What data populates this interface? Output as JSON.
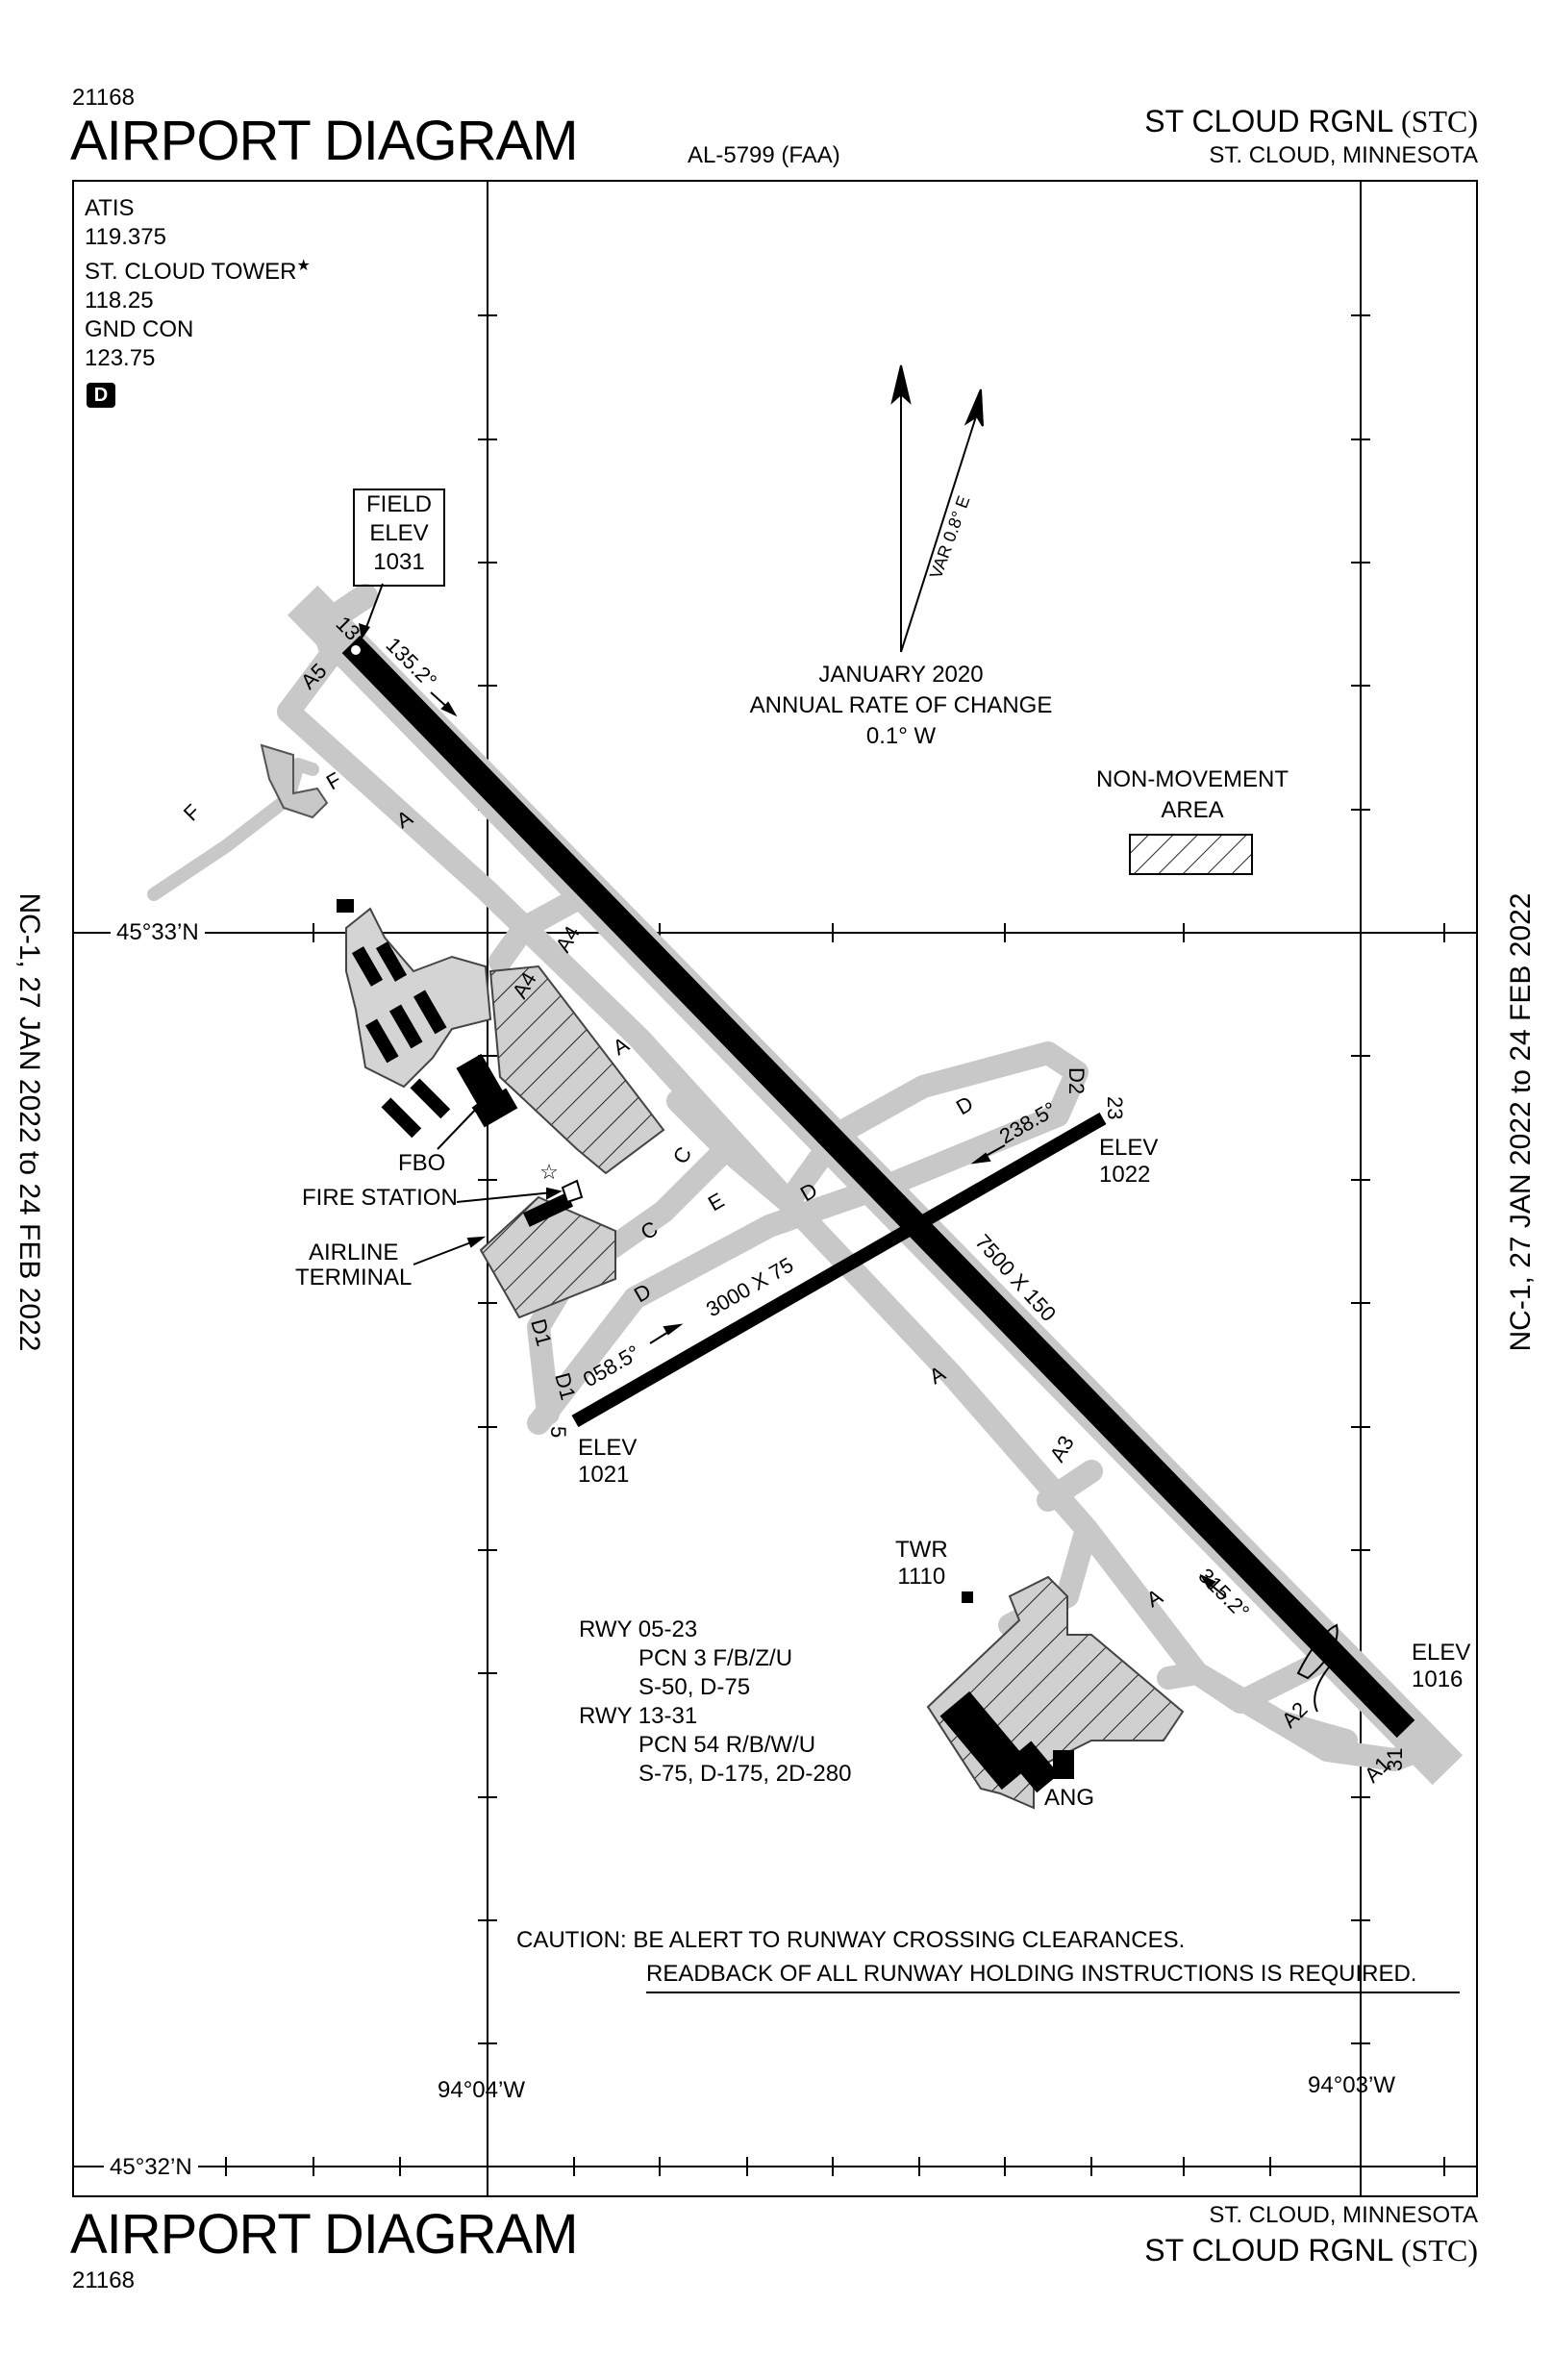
{
  "header": {
    "chart_number_top": "21168",
    "title_top": "AIRPORT DIAGRAM",
    "al_number": "AL-5799 (FAA)",
    "airport_name_top": "ST CLOUD RGNL",
    "airport_id_top": "(STC)",
    "city_state_top": "ST. CLOUD, MINNESOTA"
  },
  "footer": {
    "title_bottom": "AIRPORT DIAGRAM",
    "chart_number_bottom": "21168",
    "city_state_bottom": "ST. CLOUD, MINNESOTA",
    "airport_name_bottom": "ST CLOUD RGNL",
    "airport_id_bottom": "(STC)"
  },
  "side_labels": {
    "left": "NC-1,  27 JAN 2022  to  24 FEB 2022",
    "right": "NC-1,  27 JAN 2022  to  24 FEB 2022"
  },
  "frequencies": {
    "atis_label": "ATIS",
    "atis_freq": "119.375",
    "tower_label": "ST. CLOUD TOWER",
    "tower_star": "★",
    "tower_freq": "118.25",
    "gnd_label": "GND CON",
    "gnd_freq": "123.75",
    "class_badge": "D"
  },
  "field_elev": {
    "line1": "FIELD",
    "line2": "ELEV",
    "value": "1031"
  },
  "magnetic": {
    "var_label": "VAR 0.8° E",
    "date": "JANUARY 2020",
    "rate_label": "ANNUAL RATE OF CHANGE",
    "rate_value": "0.1° W"
  },
  "legend": {
    "line1": "NON-MOVEMENT",
    "line2": "AREA"
  },
  "coordinates": {
    "lat_north": "45°33’N",
    "lat_south": "45°32’N",
    "lon_west": "94°04’W",
    "lon_east": "94°03’W"
  },
  "runways": {
    "rwy13_num": "13",
    "rwy31_num": "31",
    "rwy5_num": "5",
    "rwy23_num": "23",
    "hdg_135": "135.2°",
    "hdg_315": "315.2°",
    "hdg_058": "058.5°",
    "hdg_238": "238.5°",
    "dims_13_31": "7500 X 150",
    "dims_05_23": "3000 X 75",
    "elev_label": "ELEV",
    "elev_23": "1022",
    "elev_5": "1021",
    "elev_31": "1016"
  },
  "taxiways": {
    "A": "A",
    "A1": "A1",
    "A2": "A2",
    "A3": "A3",
    "A4": "A4",
    "A5": "A5",
    "C": "C",
    "D": "D",
    "D1": "D1",
    "D2": "D2",
    "E": "E",
    "F": "F"
  },
  "facilities": {
    "fbo": "FBO",
    "fire_station": "FIRE STATION",
    "terminal_line1": "AIRLINE",
    "terminal_line2": "TERMINAL",
    "twr_label": "TWR",
    "twr_elev": "1110",
    "ang": "ANG"
  },
  "pcn": {
    "rwy0523": "RWY 05-23",
    "rwy0523_pcn": "PCN 3 F/B/Z/U",
    "rwy0523_wt": "S-50, D-75",
    "rwy1331": "RWY 13-31",
    "rwy1331_pcn": "PCN 54 R/B/W/U",
    "rwy1331_wt": "S-75, D-175, 2D-280"
  },
  "caution": {
    "line1": "CAUTION:  BE ALERT TO RUNWAY CROSSING CLEARANCES.",
    "line2": "READBACK OF ALL RUNWAY HOLDING INSTRUCTIONS IS REQUIRED."
  }
}
